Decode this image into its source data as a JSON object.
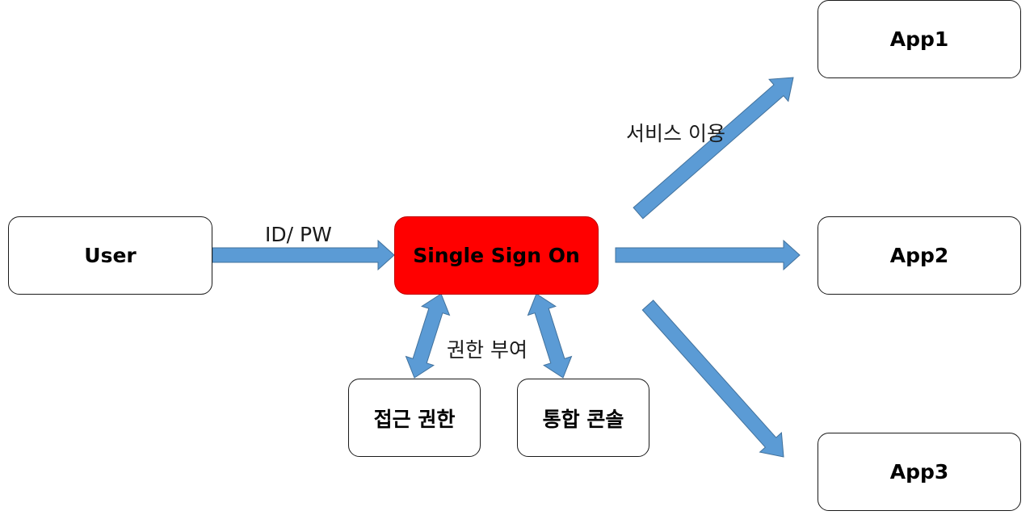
{
  "nodes": {
    "user": "User",
    "sso": "Single Sign On",
    "app1": "App1",
    "app2": "App2",
    "app3": "App3",
    "access": "접근 권한",
    "console": "통합 콘솔"
  },
  "edge_labels": {
    "id_pw": "ID/ PW",
    "service_use": "서비스 이용",
    "grant": "권한 부여"
  },
  "colors": {
    "sso_fill": "#ff0000",
    "arrow_fill": "#5b9bd5",
    "arrow_stroke": "#41719c"
  }
}
